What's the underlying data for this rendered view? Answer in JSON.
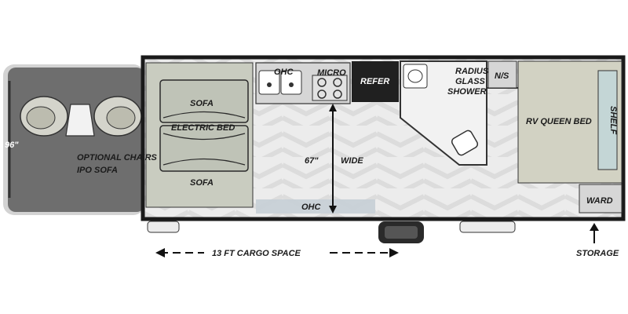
{
  "labels": {
    "width_dim": "96\"",
    "optional_chairs_line1": "OPTIONAL CHAIRS",
    "optional_chairs_line2": "IPO SOFA",
    "sofa_top": "SOFA",
    "electric_bed": "ELECTRIC BED",
    "sofa_bottom": "SOFA",
    "ohc_top": "OHC",
    "micro": "MICRO",
    "refer": "REFER",
    "radius_line1": "RADIUS",
    "radius_line2": "GLASS",
    "radius_line3": "SHOWER",
    "ns": "N/S",
    "rv_queen_bed": "RV QUEEN BED",
    "shelf": "SHELF",
    "ward": "WARD",
    "inner_width_value": "67\"",
    "inner_width_label": "WIDE",
    "ohc_bottom": "OHC",
    "cargo_space": "13 FT CARGO SPACE",
    "storage": "STORAGE"
  },
  "colors": {
    "ramp": "#6b6b6b",
    "floor": "#e9e9e9",
    "bed": "#d2d2c3",
    "sofa": "#bfc3b7",
    "shelf_teal": "#c4d6d6",
    "wall": "#1a1a1a",
    "refer": "#202020"
  }
}
